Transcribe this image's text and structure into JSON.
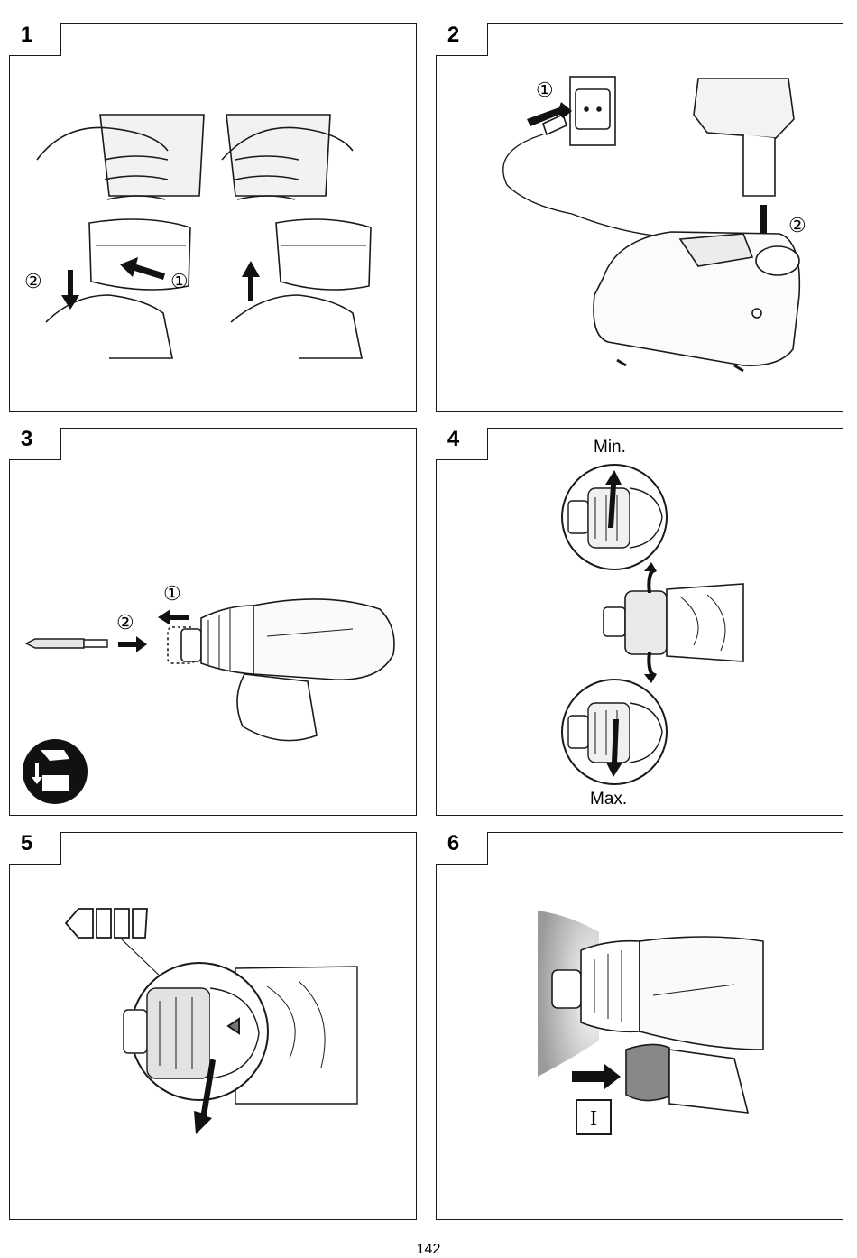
{
  "panels": [
    {
      "number": "1",
      "callouts": [
        "②",
        "①"
      ]
    },
    {
      "number": "2",
      "callouts": [
        "①",
        "②"
      ]
    },
    {
      "number": "3",
      "callouts": [
        "①",
        "②"
      ]
    },
    {
      "number": "4",
      "min_label": "Min.",
      "max_label": "Max."
    },
    {
      "number": "5"
    },
    {
      "number": "6",
      "symbol": "I"
    }
  ],
  "icons": {
    "p1": [
      "hand-gripping-drill-icon",
      "battery-release-arrow-icon",
      "battery-insert-arrow-icon"
    ],
    "p2": [
      "power-outlet-icon",
      "plug-icon",
      "battery-pack-icon",
      "charger-icon"
    ],
    "p3": [
      "screwdriver-bit-icon",
      "impact-driver-icon",
      "remove-battery-icon"
    ],
    "p4": [
      "torque-collar-min-detail-icon",
      "torque-collar-icon",
      "torque-collar-max-detail-icon"
    ],
    "p5": [
      "drill-bit-mode-icon",
      "torque-collar-detail-icon"
    ],
    "p6": [
      "driver-light-icon",
      "trigger-arrow-icon"
    ]
  },
  "page_number": "142"
}
